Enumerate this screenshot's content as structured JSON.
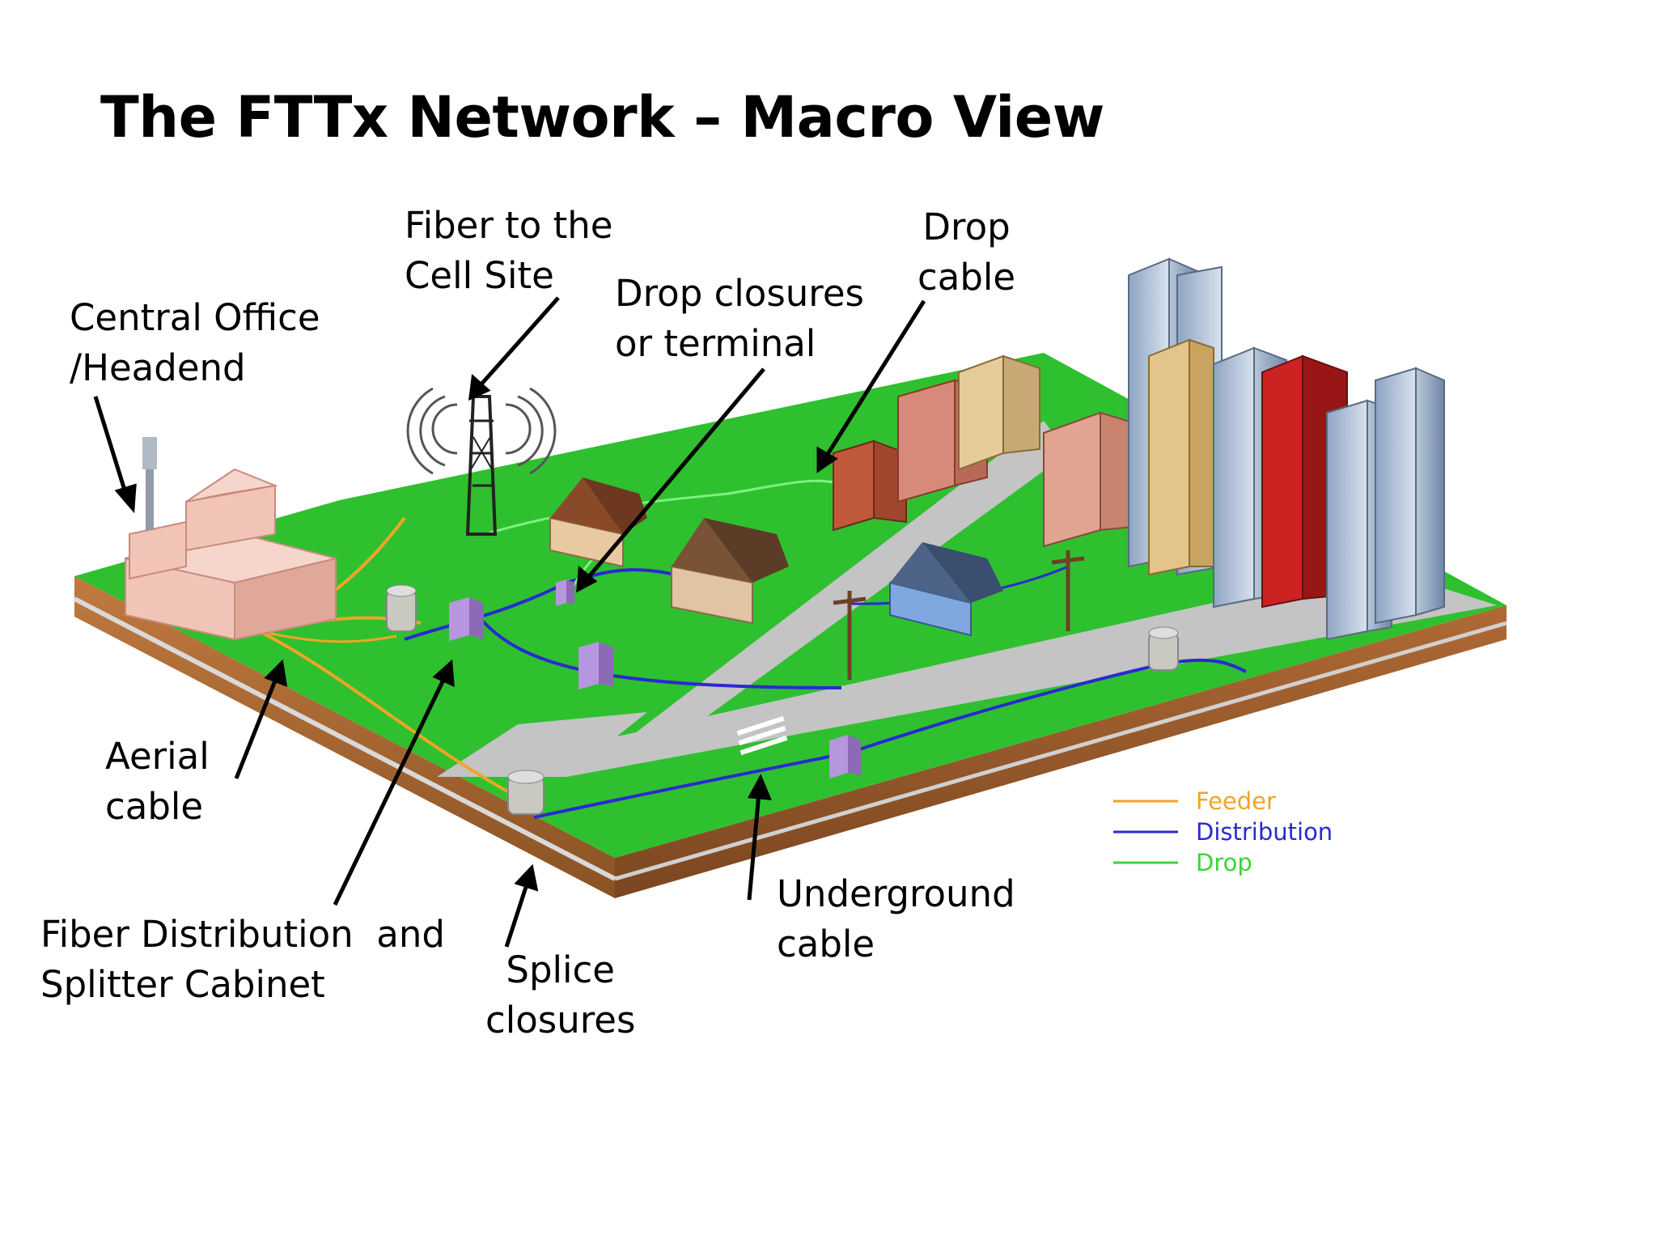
{
  "title": "The FTTx Network – Macro View",
  "labels": {
    "central_office": [
      "Central Office",
      "/Headend"
    ],
    "cell_site": [
      "Fiber to the",
      "Cell Site"
    ],
    "drop_closures": [
      "Drop closures",
      "or terminal"
    ],
    "drop_cable": [
      "Drop",
      "cable"
    ],
    "aerial_cable": [
      "Aerial",
      "cable"
    ],
    "fiber_distribution": [
      "Fiber Distribution  and",
      "Splitter Cabinet"
    ],
    "splice_closures": [
      "Splice",
      "closures"
    ],
    "underground_cable": [
      "Underground",
      "cable"
    ]
  },
  "legend": [
    {
      "label": "Feeder",
      "color": "#f0a428"
    },
    {
      "label": "Distribution",
      "color": "#2a2ad0"
    },
    {
      "label": "Drop",
      "color": "#3ad43a"
    }
  ],
  "colors": {
    "grass": "#2fc02f",
    "soil": "#b7713a",
    "road": "#c4c4c4",
    "cabinet": "#a889d2"
  }
}
